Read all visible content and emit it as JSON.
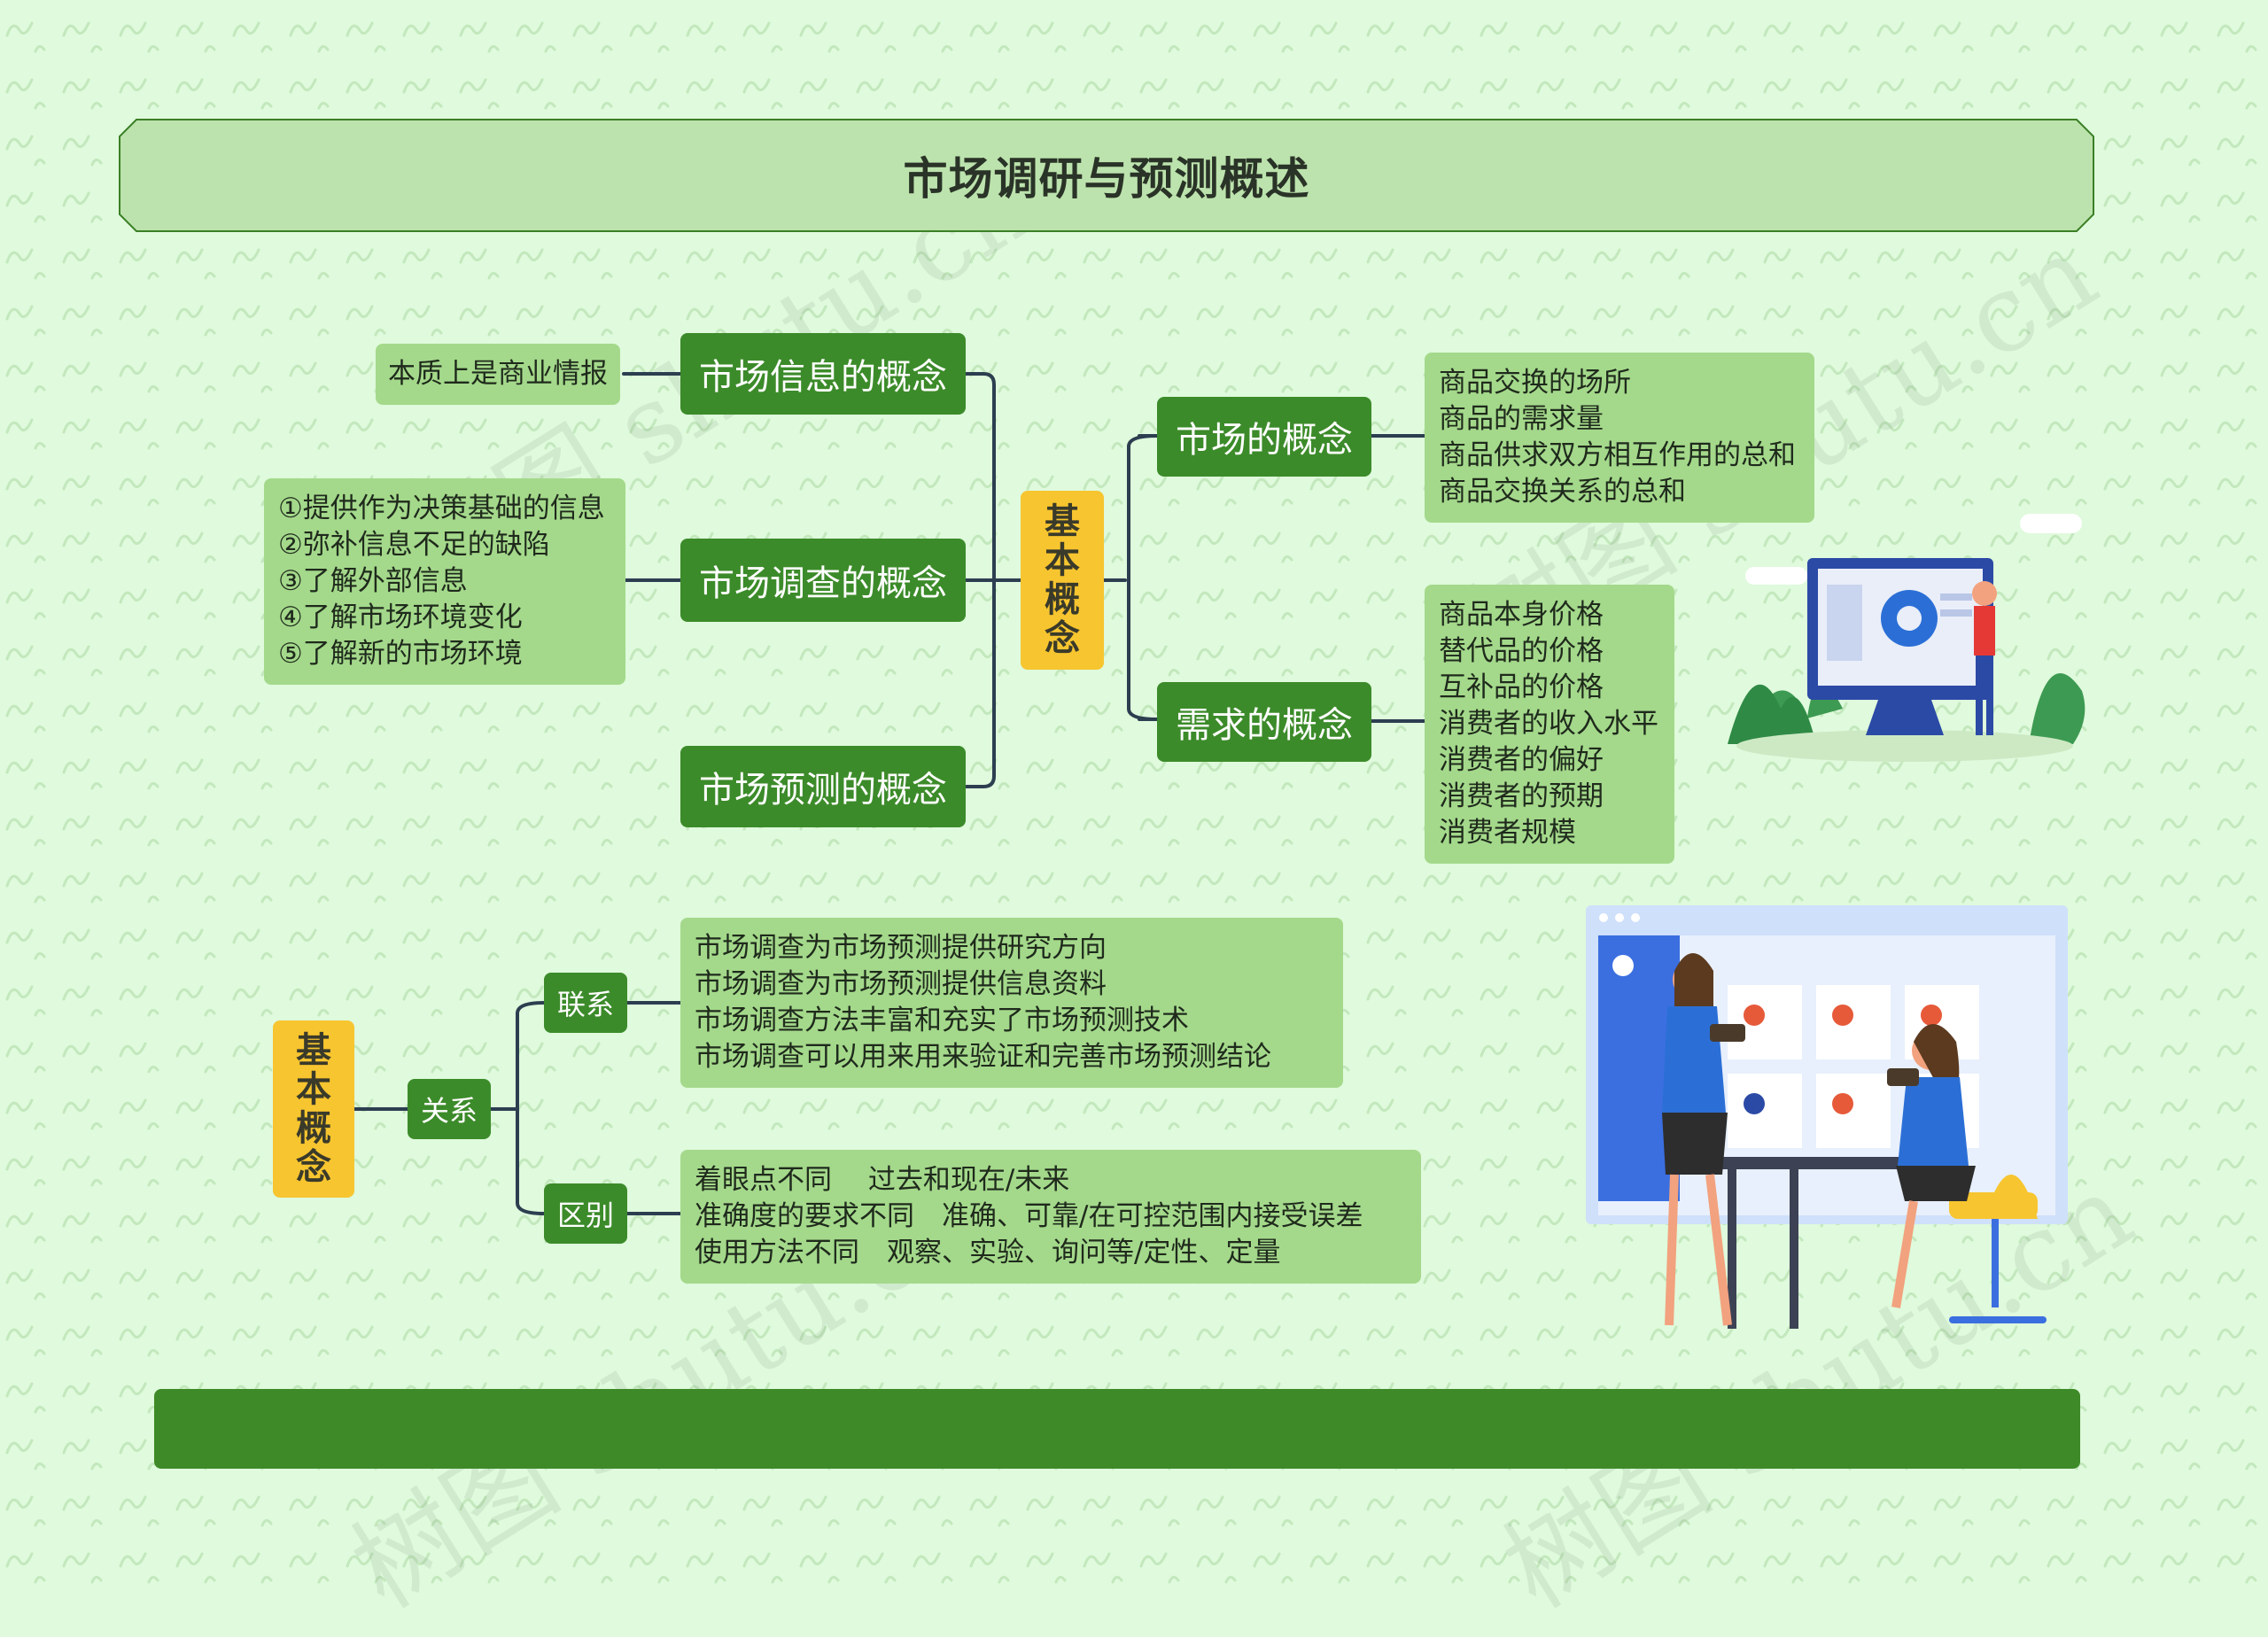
{
  "title": "市场调研与预测概述",
  "center_node": "基本概念",
  "left_branches": [
    {
      "label": "市场信息的概念",
      "detail": [
        "本质上是商业情报"
      ]
    },
    {
      "label": "市场调查的概念",
      "detail": [
        "①提供作为决策基础的信息",
        "②弥补信息不足的缺陷",
        "③了解外部信息",
        "④了解市场环境变化",
        "⑤了解新的市场环境"
      ]
    },
    {
      "label": "市场预测的概念",
      "detail": []
    }
  ],
  "right_branches": [
    {
      "label": "市场的概念",
      "detail": [
        "商品交换的场所",
        "商品的需求量",
        "商品供求双方相互作用的总和",
        "商品交换关系的总和"
      ]
    },
    {
      "label": "需求的概念",
      "detail": [
        "商品本身价格",
        "替代品的价格",
        "互补品的价格",
        "消费者的收入水平",
        "消费者的偏好",
        "消费者的预期",
        "消费者规模"
      ]
    }
  ],
  "second_root": "基本概念",
  "relation_node": "关系",
  "relation_children": [
    {
      "label": "联系",
      "detail": [
        "市场调查为市场预测提供研究方向",
        "市场调查为市场预测提供信息资料",
        "市场调查方法丰富和充实了市场预测技术",
        "市场调查可以用来用来验证和完善市场预测结论"
      ]
    },
    {
      "label": "区别",
      "detail": [
        "着眼点不同　 过去和现在/未来",
        "准确度的要求不同　准确、可靠/在可控范围内接受误差",
        "使用方法不同　观察、实验、询问等/定性、定量"
      ]
    }
  ],
  "watermark": "树图 shutu.cn",
  "colors": {
    "dark_green": "#3c8b2a",
    "light_green": "#a4d98b",
    "yellow": "#f7c52f",
    "background": "#dffadc"
  }
}
